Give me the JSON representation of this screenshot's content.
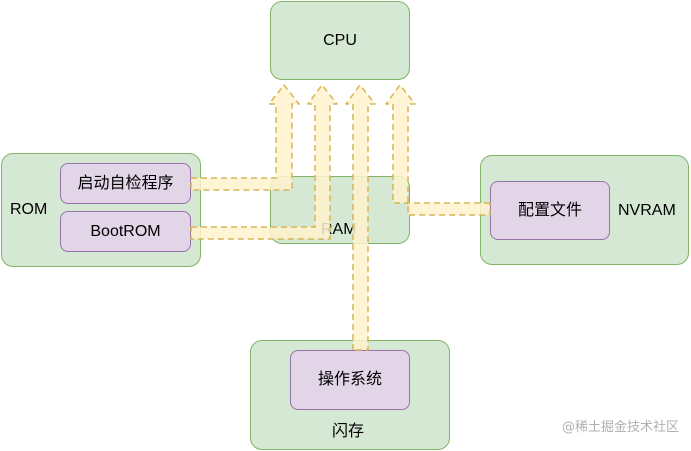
{
  "nodes": {
    "cpu": "CPU",
    "rom": "ROM",
    "self_test": "启动自检程序",
    "bootrom": "BootROM",
    "ram": "RAM",
    "nvram": "NVRAM",
    "config": "配置文件",
    "flash": "闪存",
    "os": "操作系统"
  },
  "watermark": "@稀土掘金技术社区",
  "colors": {
    "green_fill": "#d5e8d4",
    "green_stroke": "#82b366",
    "purple_fill": "#e1d5e7",
    "purple_stroke": "#9673a6",
    "arrow_fill": "#fff2cc",
    "arrow_stroke": "#d6b656"
  }
}
